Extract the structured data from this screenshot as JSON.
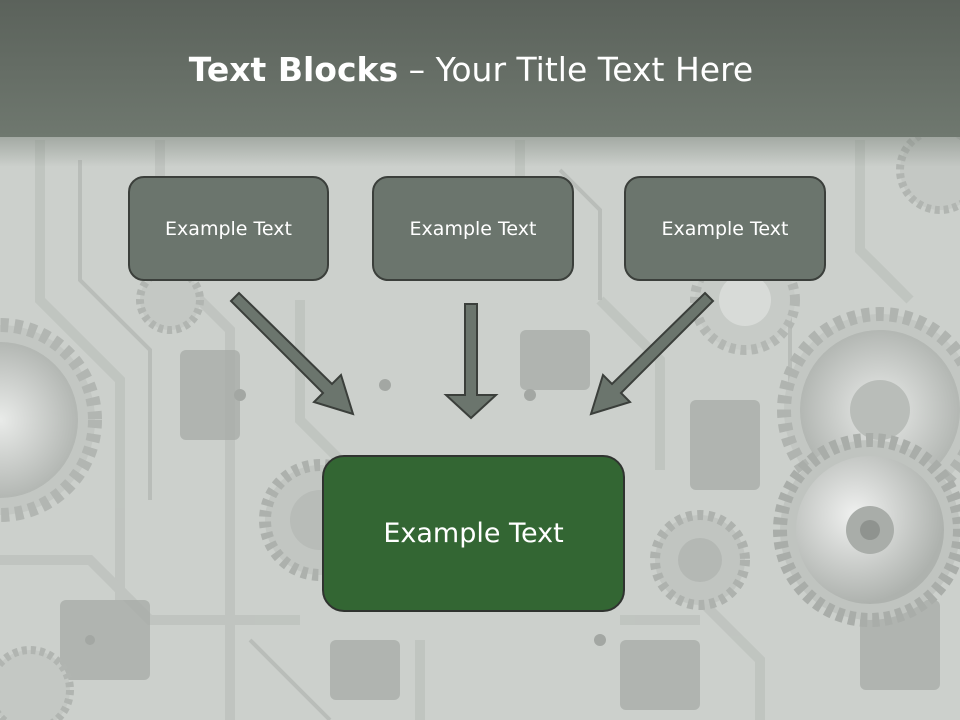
{
  "slide": {
    "title_bold": "Text Blocks",
    "title_rest": " – Your Title Text Here",
    "top_boxes": [
      {
        "label": "Example Text"
      },
      {
        "label": "Example Text"
      },
      {
        "label": "Example Text"
      }
    ],
    "main_box": {
      "label": "Example Text"
    }
  },
  "colors": {
    "header": "#6f786f",
    "top_box_fill": "#6b756d",
    "main_box_fill": "#336633",
    "arrow_fill": "#6b756d",
    "border": "#3b3f3b"
  }
}
